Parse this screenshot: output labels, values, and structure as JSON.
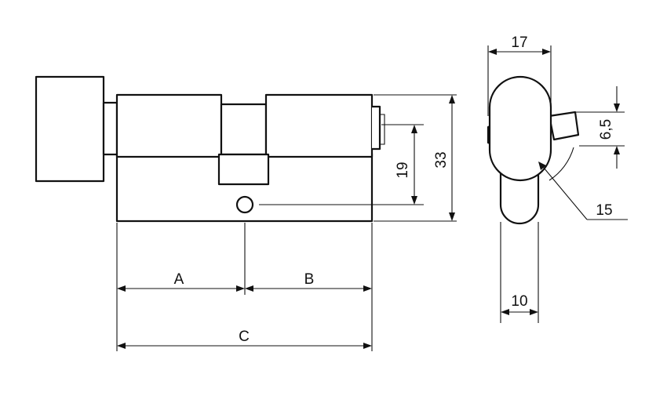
{
  "labels": {
    "a": "A",
    "b": "B",
    "c": "C",
    "height_33": "33",
    "height_19": "19",
    "width_17": "17",
    "cam_6_5": "6,5",
    "radius_15": "15",
    "width_10": "10"
  },
  "colors": {
    "line": "#111111",
    "background": "#ffffff"
  }
}
